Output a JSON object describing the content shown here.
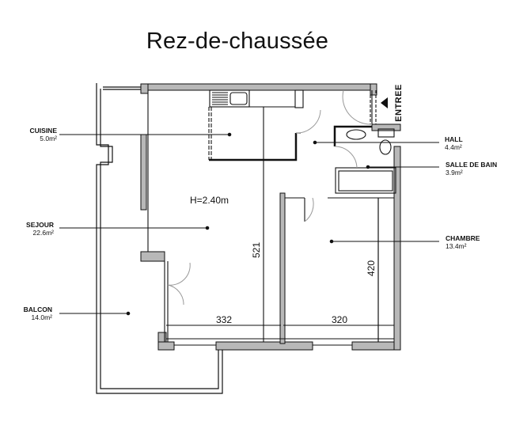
{
  "title": "Rez-de-chaussée",
  "ceiling_height": "H=2.40m",
  "entrance": {
    "label": "ENTREE",
    "icon": "triangle-left-arrow-icon"
  },
  "rooms": [
    {
      "id": "cuisine",
      "name": "CUISINE",
      "area": "5.0m²"
    },
    {
      "id": "sejour",
      "name": "SEJOUR",
      "area": "22.6m²"
    },
    {
      "id": "balcon",
      "name": "BALCON",
      "area": "14.0m²"
    },
    {
      "id": "hall",
      "name": "HALL",
      "area": "4.4m²"
    },
    {
      "id": "salle_de_bain",
      "name": "SALLE DE BAIN",
      "area": "3.9m²"
    },
    {
      "id": "chambre",
      "name": "CHAMBRE",
      "area": "13.4m²"
    }
  ],
  "dimensions": {
    "sejour_width": "332",
    "sejour_depth": "521",
    "chambre_width": "320",
    "chambre_depth": "420"
  },
  "colors": {
    "wall_fill": "#b8b8b8",
    "line": "#111111",
    "door_arc": "#999999"
  }
}
